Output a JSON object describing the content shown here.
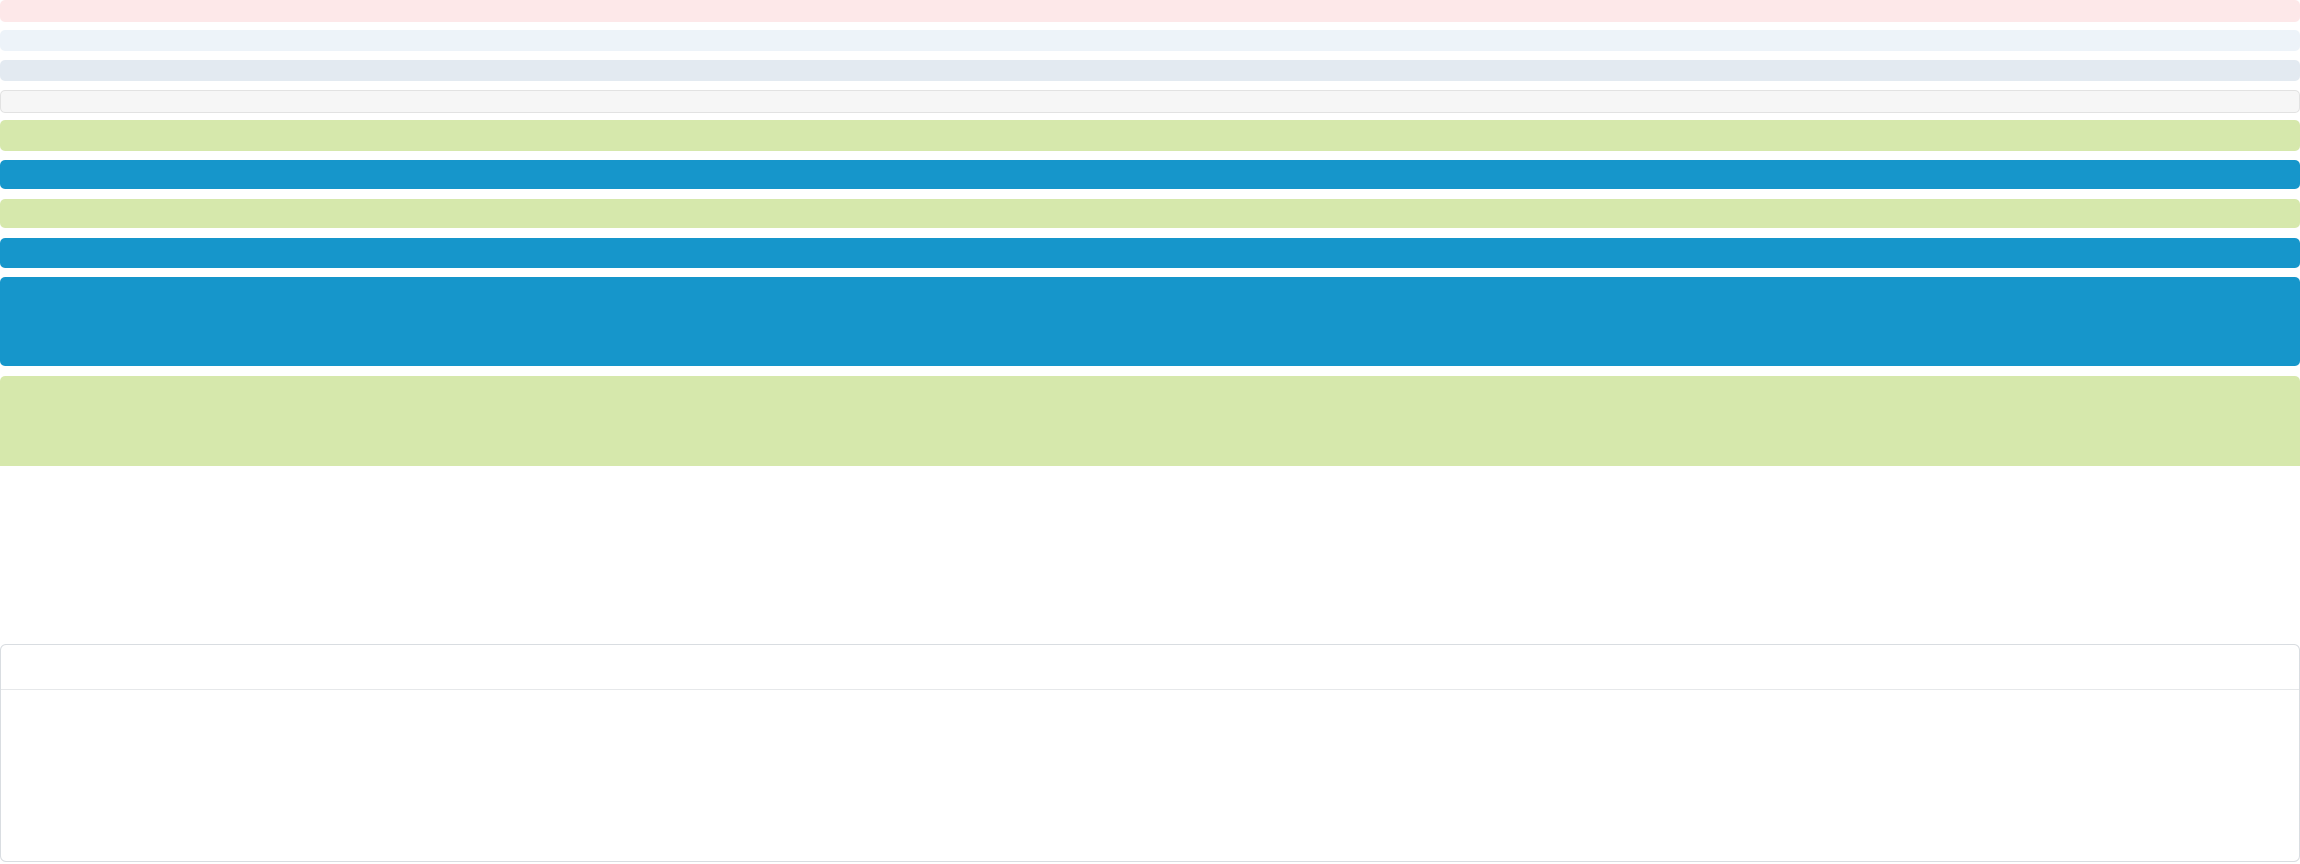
{
  "colors": {
    "alert_pink": "#fde8e9",
    "alert_lightblue": "#edf3f9",
    "alert_slate": "#e3eaf1",
    "alert_gray": "#f6f6f6",
    "alert_gray_border": "#e2e2e2",
    "alert_green": "#d6e8ac",
    "alert_blue": "#1696cb",
    "panel_border": "#d9dde1",
    "panel_divider": "#e6e8ea",
    "text_dark": "#333333",
    "text_light": "#ffffff"
  },
  "alerts": [
    {
      "id": "alert-1",
      "style": "pink",
      "text": ""
    },
    {
      "id": "alert-2",
      "style": "lightblue",
      "text": ""
    },
    {
      "id": "alert-3",
      "style": "slate",
      "text": ""
    },
    {
      "id": "alert-4",
      "style": "gray",
      "text": ""
    },
    {
      "id": "alert-5",
      "style": "green",
      "text": ""
    },
    {
      "id": "alert-6",
      "style": "blue",
      "text": ""
    },
    {
      "id": "alert-7",
      "style": "green",
      "text": ""
    },
    {
      "id": "alert-8",
      "style": "blue",
      "text": ""
    },
    {
      "id": "alert-9",
      "style": "blue",
      "text": ""
    },
    {
      "id": "alert-10",
      "style": "green",
      "text": ""
    }
  ],
  "panel": {
    "header": "",
    "body": ""
  }
}
